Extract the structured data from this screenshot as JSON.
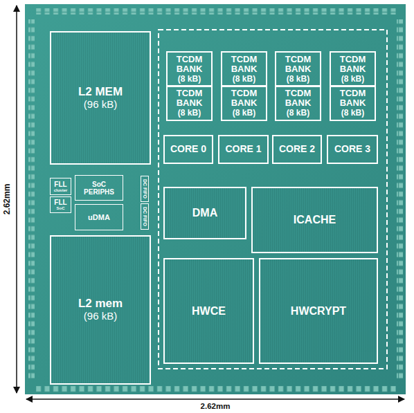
{
  "diagram": {
    "nodes": [
      {
        "text": [
          "L2 MEM",
          "(96 kB)"
        ]
      },
      {
        "text": [
          "TCDM BANK",
          "(8 kB)"
        ]
      },
      {
        "text": [
          "TCDM BANK",
          "(8 kB)"
        ]
      },
      {
        "text": [
          "TCDM BANK",
          "(8 kB)"
        ]
      },
      {
        "text": [
          "TCDM BANK",
          "(8 kB)"
        ]
      },
      {
        "text": [
          "TCDM BANK",
          "(8 kB)"
        ]
      },
      {
        "text": [
          "TCDM BANK",
          "(8 kB)"
        ]
      },
      {
        "text": [
          "TCDM BANK",
          "(8 kB)"
        ]
      },
      {
        "text": [
          "TCDM BANK",
          "(8 kB)"
        ]
      },
      {
        "text": [
          "CORE 0"
        ]
      },
      {
        "text": [
          "CORE 1"
        ]
      },
      {
        "text": [
          "CORE 2"
        ]
      },
      {
        "text": [
          "CORE 3"
        ]
      },
      {
        "text": [
          "FLL",
          "cluster"
        ]
      },
      {
        "text": [
          "FLL",
          "SoC"
        ]
      },
      {
        "text": [
          "SoC PERIPHS"
        ]
      },
      {
        "text": [
          "uDMA"
        ]
      },
      {
        "text": [
          "DC FIFO"
        ]
      },
      {
        "text": [
          "DC FIFO"
        ]
      },
      {
        "text": [
          "DMA"
        ]
      },
      {
        "text": [
          "ICACHE"
        ]
      },
      {
        "text": [
          "L2 mem",
          "(96 kB)"
        ]
      },
      {
        "text": [
          "HWCE"
        ]
      },
      {
        "text": [
          "HWCRYPT"
        ]
      }
    ],
    "labels": [
      "2.62mm",
      "2.62mm"
    ]
  }
}
